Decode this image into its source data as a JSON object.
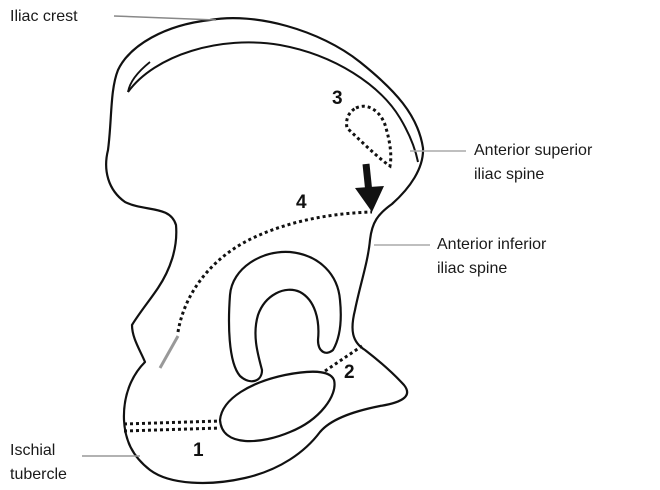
{
  "labels": {
    "iliac_crest": "Iliac crest",
    "asis_line1": "Anterior superior",
    "asis_line2": "iliac spine",
    "aiis_line1": "Anterior inferior",
    "aiis_line2": "iliac spine",
    "ischial_line1": "Ischial",
    "ischial_line2": "tubercle"
  },
  "markers": {
    "m1": "1",
    "m2": "2",
    "m3": "3",
    "m4": "4"
  }
}
